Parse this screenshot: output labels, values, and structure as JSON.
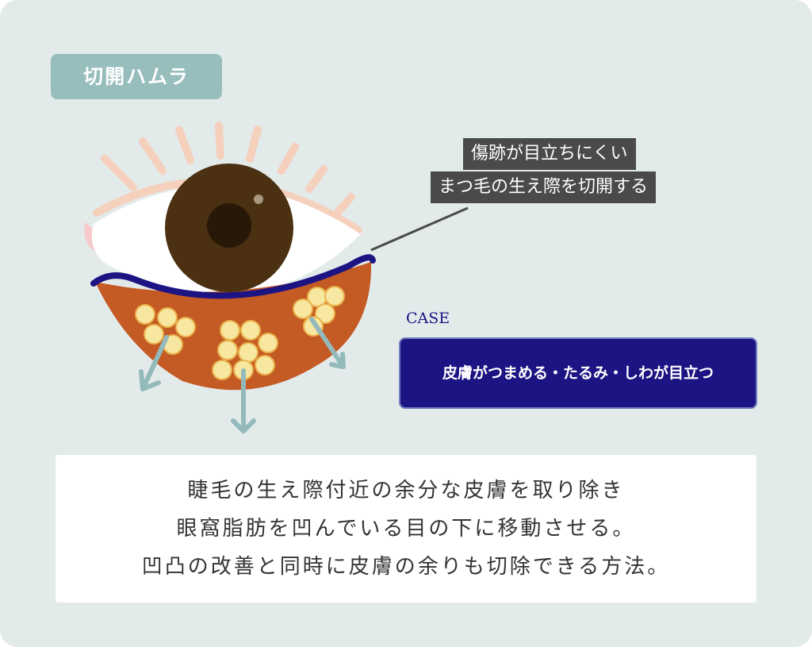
{
  "title": "切開ハムラ",
  "callout": {
    "line1": "傷跡が目立ちにくい",
    "line2": "まつ毛の生え際を切開する"
  },
  "case": {
    "label": "CASE",
    "text": "皮膚がつまめる・たるみ・しわが目立つ"
  },
  "description": [
    "睫毛の生え際付近の余分な皮膚を取り除き",
    "眼窩脂肪を凹んでいる目の下に移動させる。",
    "凹凸の改善と同時に皮膚の余りも切除できる方法。"
  ],
  "colors": {
    "background": "#e3eaea",
    "accent": "#97bdbd",
    "case": "#1d1483",
    "skin": "#c45a24",
    "fat": "#f7e7a0",
    "incision": "#1d1483",
    "arrow": "#93b9bb"
  }
}
